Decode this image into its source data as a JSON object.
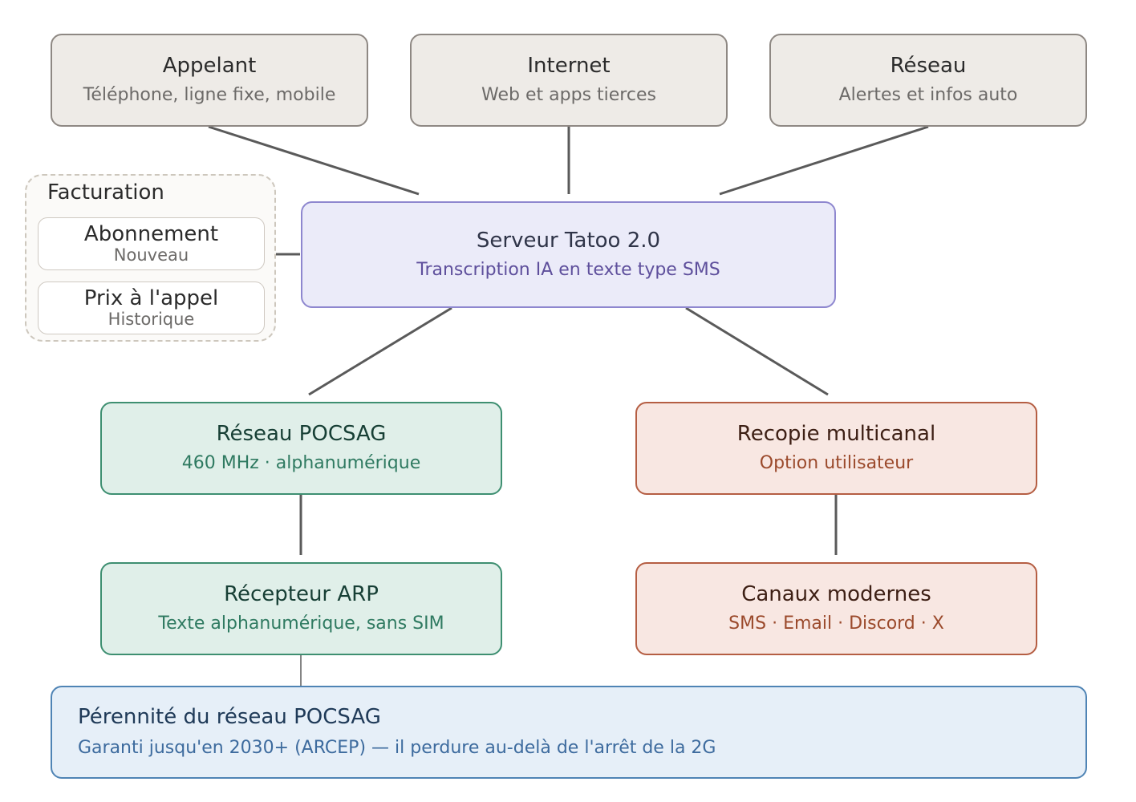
{
  "nodes": {
    "appelant": {
      "title": "Appelant",
      "subtitle": "Téléphone, ligne fixe, mobile"
    },
    "internet": {
      "title": "Internet",
      "subtitle": "Web et apps tierces"
    },
    "reseau": {
      "title": "Réseau",
      "subtitle": "Alertes et infos auto"
    },
    "serveur": {
      "title": "Serveur Tatoo 2.0",
      "subtitle": "Transcription IA en texte type SMS"
    },
    "pocsag": {
      "title": "Réseau POCSAG",
      "subtitle": "460 MHz · alphanumérique"
    },
    "recopie": {
      "title": "Recopie multicanal",
      "subtitle": "Option utilisateur"
    },
    "recepteur": {
      "title": "Récepteur ARP",
      "subtitle": "Texte alphanumérique, sans SIM"
    },
    "canaux": {
      "title": "Canaux modernes",
      "subtitle": "SMS · Email · Discord · X"
    },
    "perennite": {
      "title": "Pérennité du réseau POCSAG",
      "subtitle": "Garanti jusqu'en 2030+ (ARCEP) — il perdure au-delà de l'arrêt de la 2G"
    }
  },
  "facturation": {
    "title": "Facturation",
    "options": [
      {
        "title": "Abonnement",
        "subtitle": "Nouveau"
      },
      {
        "title": "Prix à l'appel",
        "subtitle": "Historique"
      }
    ]
  },
  "colors": {
    "connector": "#5a5a5a",
    "gray": "#eeebe7",
    "purple": "#ebebf9",
    "green": "#e0efe9",
    "orange": "#f8e7e2",
    "blue": "#e6eff8"
  }
}
